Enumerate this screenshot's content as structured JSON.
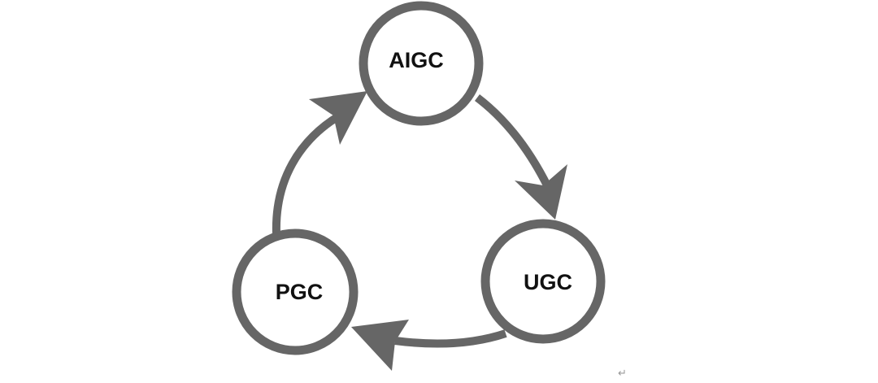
{
  "nodes": {
    "aigc": "AIGC",
    "ugc": "UGC",
    "pgc": "PGC"
  },
  "return_mark": "↵",
  "colors": {
    "stroke": "#666666",
    "text": "#111111"
  }
}
